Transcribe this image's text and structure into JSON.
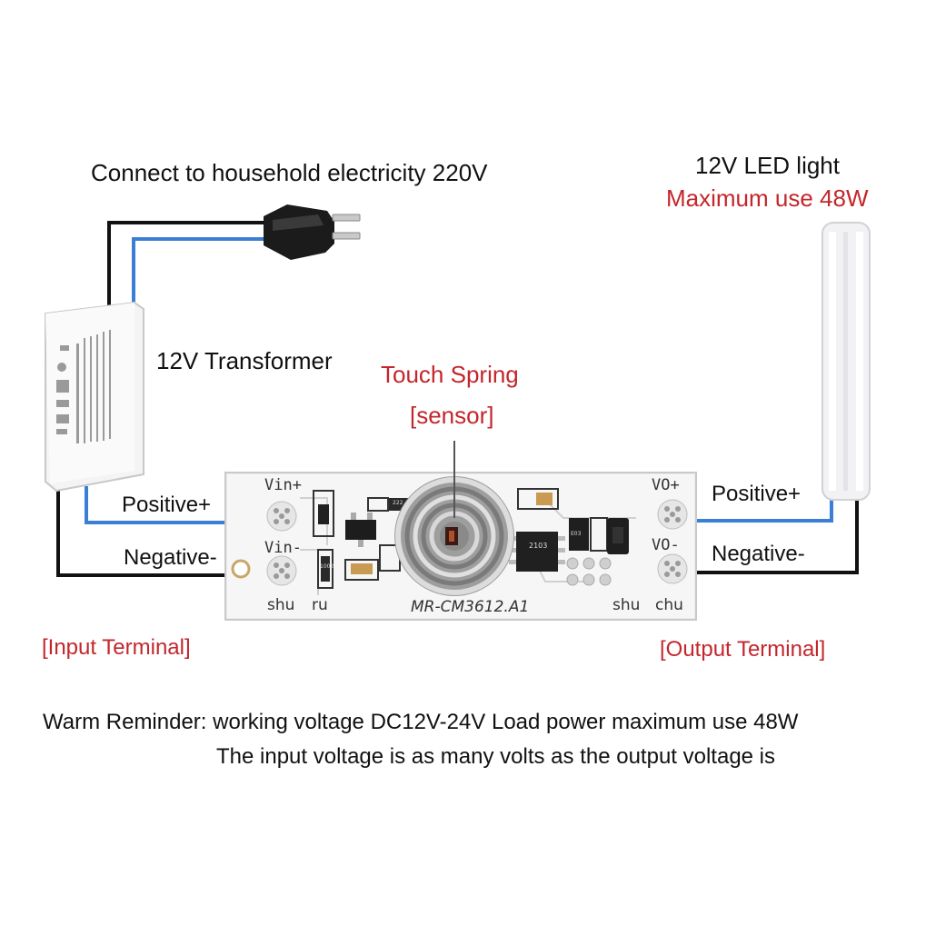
{
  "labels": {
    "household": "Connect to household electricity 220V",
    "led_title": "12V LED light",
    "led_max": "Maximum use 48W",
    "transformer": "12V Transformer",
    "touch_spring": "Touch Spring",
    "sensor": "[sensor]",
    "positive_in": "Positive+",
    "negative_in": "Negative-",
    "positive_out": "Positive+",
    "negative_out": "Negative-",
    "input_terminal": "[Input Terminal]",
    "output_terminal": "[Output Terminal]",
    "reminder_line1": "Warm Reminder: working voltage DC12V-24V Load power maximum use 48W",
    "reminder_line2": "The input voltage is as many volts as the output voltage is"
  },
  "pcb": {
    "vin_plus": "Vin+",
    "vin_minus": "Vin-",
    "vo_plus": "VO+",
    "vo_minus": "VO-",
    "shu_left": "shu",
    "ru": "ru",
    "shu_right": "shu",
    "chu": "chu",
    "model": "MR-CM3612.A1",
    "chip_code": "2103",
    "res1": "222",
    "res2": "1002",
    "res3": "E03"
  },
  "colors": {
    "red_text": "#c4262b",
    "wire_black": "#111111",
    "wire_blue": "#3a7fd5"
  }
}
